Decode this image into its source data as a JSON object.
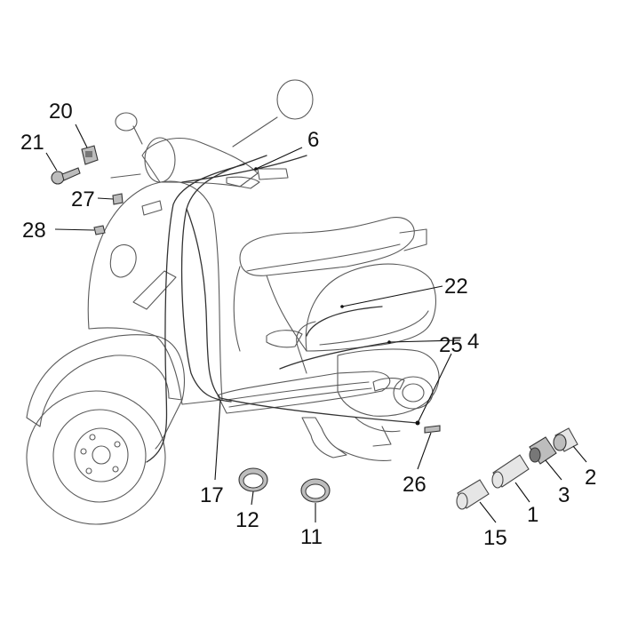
{
  "callouts": [
    {
      "id": "c20",
      "label": "20"
    },
    {
      "id": "c21",
      "label": "21"
    },
    {
      "id": "c27",
      "label": "27"
    },
    {
      "id": "c28",
      "label": "28"
    },
    {
      "id": "c6",
      "label": "6"
    },
    {
      "id": "c22",
      "label": "22"
    },
    {
      "id": "c4",
      "label": "4"
    },
    {
      "id": "c25",
      "label": "25"
    },
    {
      "id": "c26",
      "label": "26"
    },
    {
      "id": "c17",
      "label": "17"
    },
    {
      "id": "c12",
      "label": "12"
    },
    {
      "id": "c11",
      "label": "11"
    },
    {
      "id": "c2",
      "label": "2"
    },
    {
      "id": "c3",
      "label": "3"
    },
    {
      "id": "c1",
      "label": "1"
    },
    {
      "id": "c15",
      "label": "15"
    }
  ]
}
